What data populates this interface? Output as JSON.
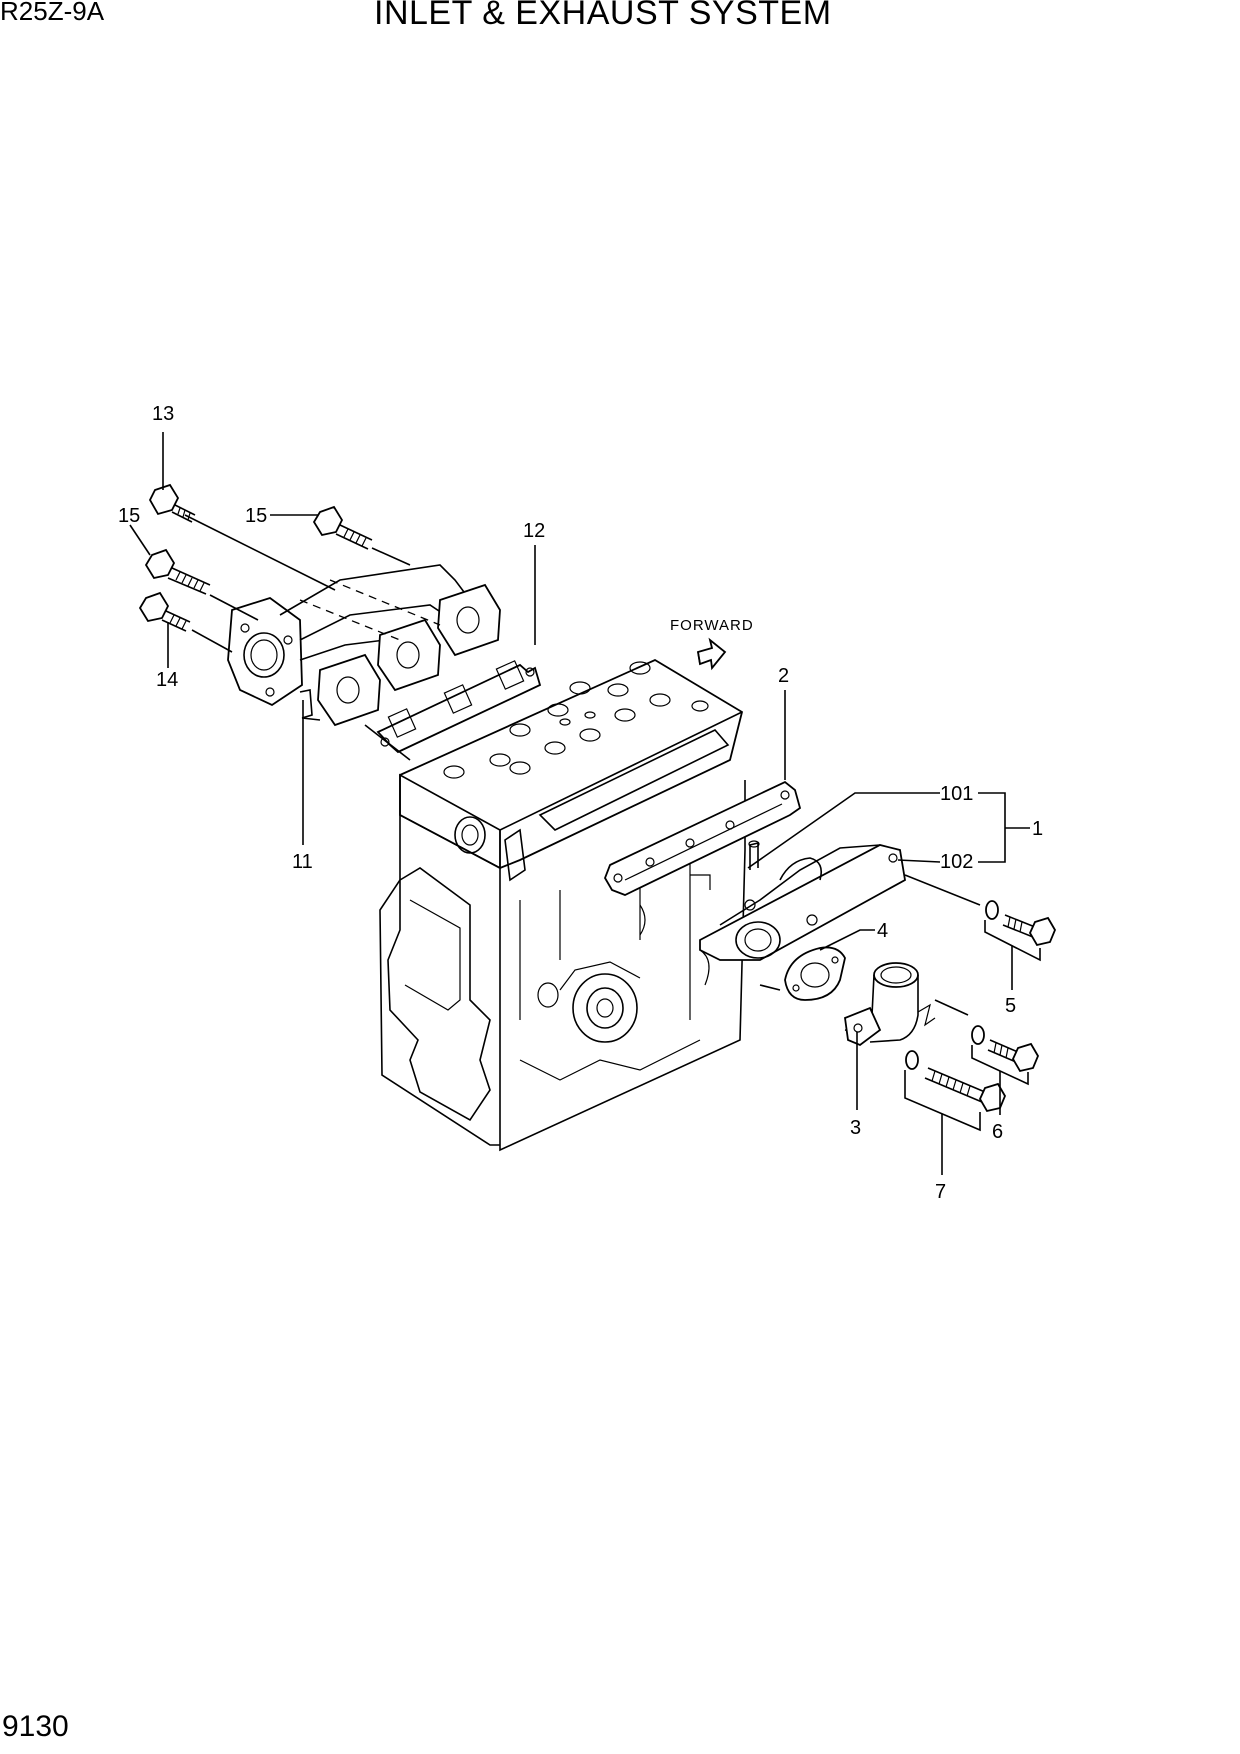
{
  "header": {
    "model": "R25Z-9A",
    "title": "INLET & EXHAUST SYSTEM"
  },
  "footer": {
    "page_number": "9130"
  },
  "diagram": {
    "direction_label": "FORWARD",
    "callouts": {
      "c1": "1",
      "c2": "2",
      "c3": "3",
      "c4": "4",
      "c5": "5",
      "c6": "6",
      "c7": "7",
      "c11": "11",
      "c12": "12",
      "c13": "13",
      "c14": "14",
      "c15a": "15",
      "c15b": "15",
      "c101": "101",
      "c102": "102"
    }
  }
}
